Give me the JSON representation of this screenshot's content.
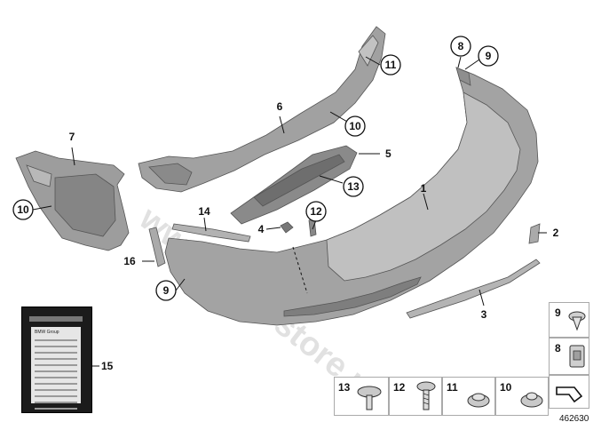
{
  "diagram": {
    "watermark": "www.BMWstore.pl",
    "diagram_id": "462630",
    "kit_label": "BMW Group",
    "callouts": [
      {
        "id": "c1",
        "label": "1"
      },
      {
        "id": "c2",
        "label": "2"
      },
      {
        "id": "c3",
        "label": "3"
      },
      {
        "id": "c4",
        "label": "4"
      },
      {
        "id": "c5",
        "label": "5"
      },
      {
        "id": "c6",
        "label": "6"
      },
      {
        "id": "c7",
        "label": "7"
      },
      {
        "id": "c8a",
        "label": "8"
      },
      {
        "id": "c9a",
        "label": "9"
      },
      {
        "id": "c9b",
        "label": "9"
      },
      {
        "id": "c10a",
        "label": "10"
      },
      {
        "id": "c10b",
        "label": "10"
      },
      {
        "id": "c11",
        "label": "11"
      },
      {
        "id": "c12",
        "label": "12"
      },
      {
        "id": "c13",
        "label": "13"
      },
      {
        "id": "c14",
        "label": "14"
      },
      {
        "id": "c15",
        "label": "15"
      },
      {
        "id": "c16",
        "label": "16"
      }
    ],
    "reference_panel": {
      "right_column": [
        {
          "label": "9"
        },
        {
          "label": "8"
        }
      ],
      "bottom_row": [
        {
          "label": "13"
        },
        {
          "label": "12"
        },
        {
          "label": "11"
        },
        {
          "label": "10"
        }
      ]
    }
  },
  "colors": {
    "part_fill": "#a3a3a3",
    "part_dark": "#7c7c7c",
    "part_light": "#c4c4c4",
    "line": "#111111"
  }
}
